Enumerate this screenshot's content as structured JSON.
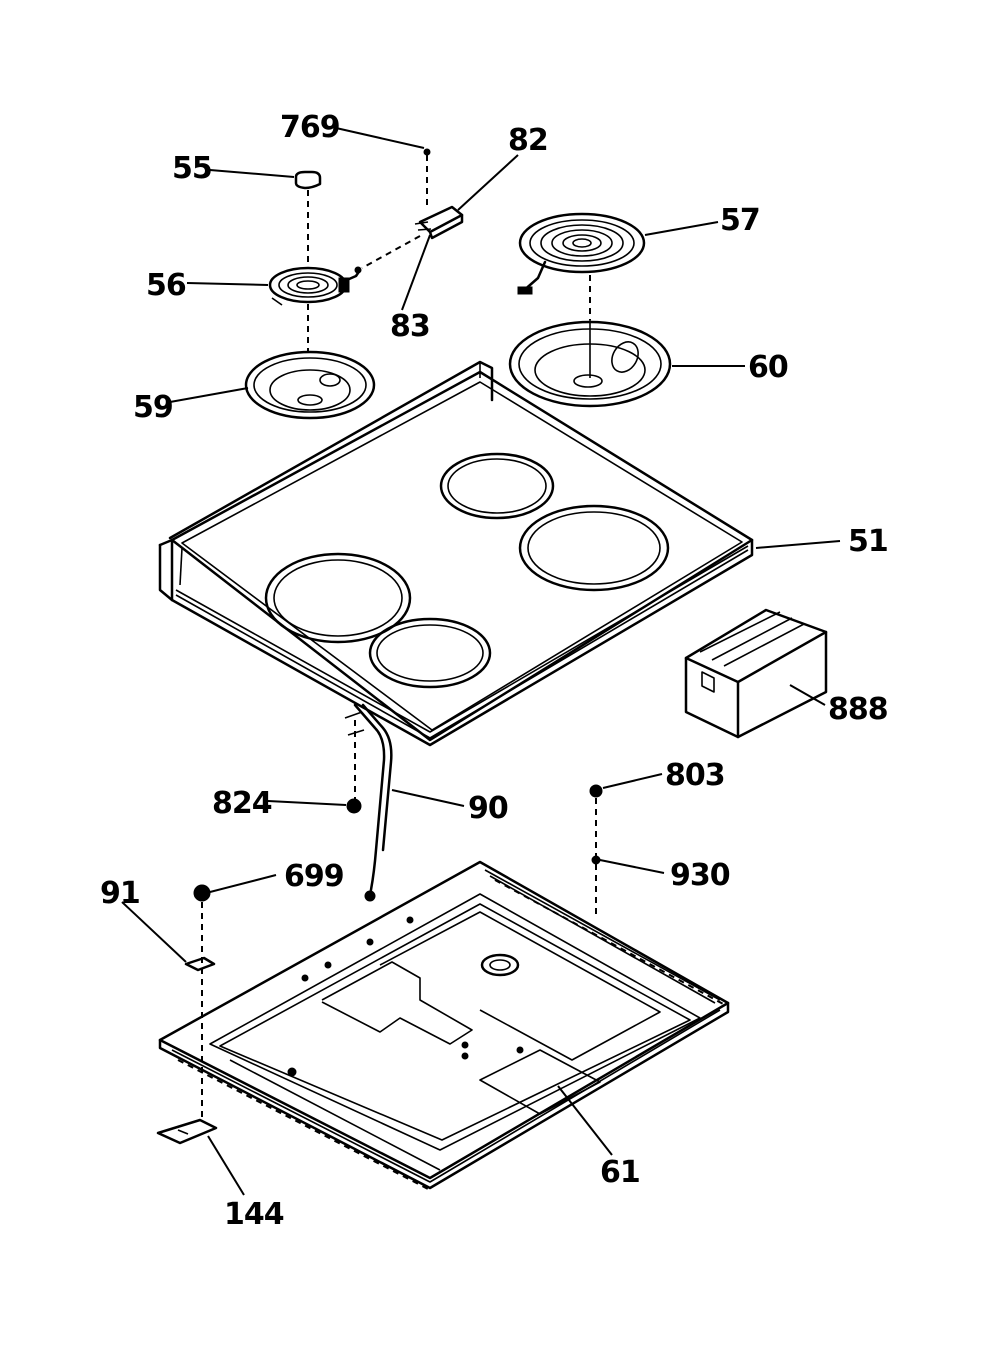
{
  "labels": {
    "p769": "769",
    "p82": "82",
    "p55": "55",
    "p57": "57",
    "p56": "56",
    "p83": "83",
    "p60": "60",
    "p59": "59",
    "p51": "51",
    "p888": "888",
    "p803": "803",
    "p824": "824",
    "p90": "90",
    "p930": "930",
    "p91": "91",
    "p699": "699",
    "p61": "61",
    "p144": "144"
  }
}
